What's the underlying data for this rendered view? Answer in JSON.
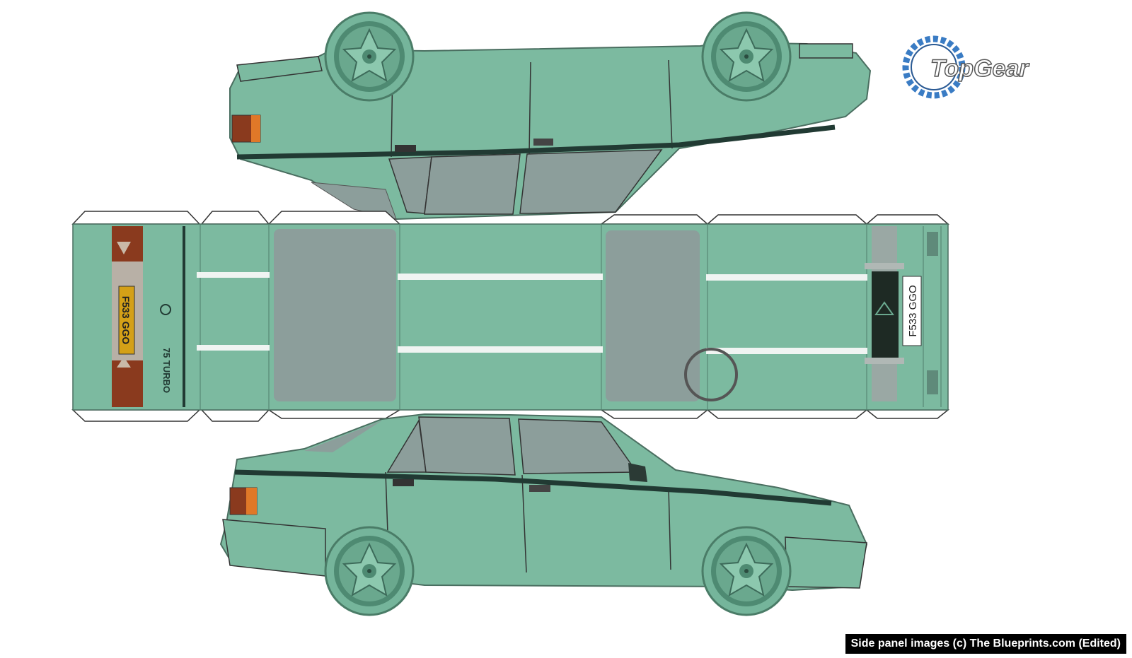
{
  "logo": {
    "text": "TopGear"
  },
  "rear_panel": {
    "plate": "F533 GGO",
    "badge": "75 TURBO"
  },
  "front_panel": {
    "plate": "F533 GGO"
  },
  "credit": {
    "text": "Side panel images (c) The Blueprints.com (Edited)"
  },
  "colors": {
    "body": "#7cbaa0",
    "glass": "#8c9e9b",
    "trim": "#213a33",
    "tyre": "#3d6b5a"
  }
}
